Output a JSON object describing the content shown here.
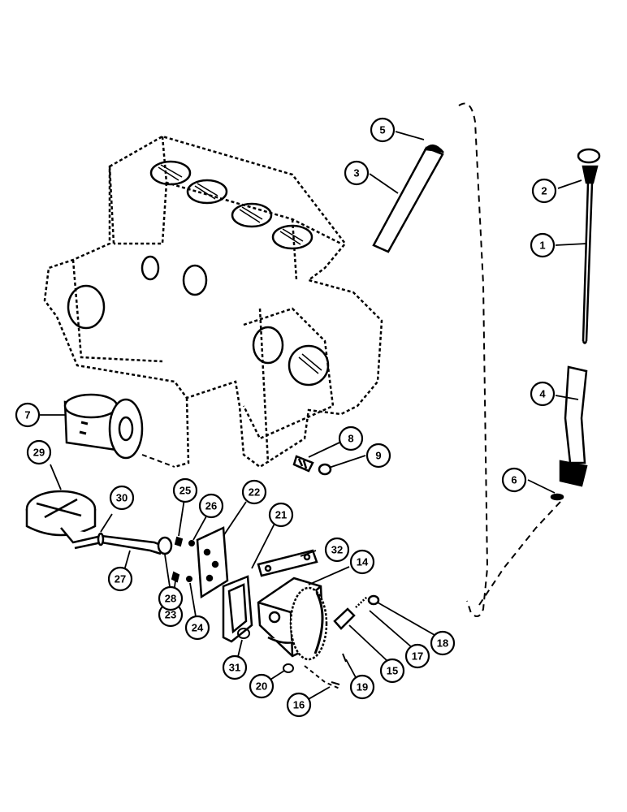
{
  "diagram": {
    "callouts": [
      {
        "id": "c1",
        "label": "1"
      },
      {
        "id": "c2",
        "label": "2"
      },
      {
        "id": "c3",
        "label": "3"
      },
      {
        "id": "c4",
        "label": "4"
      },
      {
        "id": "c5",
        "label": "5"
      },
      {
        "id": "c6",
        "label": "6"
      },
      {
        "id": "c7",
        "label": "7"
      },
      {
        "id": "c8",
        "label": "8"
      },
      {
        "id": "c9",
        "label": "9"
      },
      {
        "id": "c14",
        "label": "14"
      },
      {
        "id": "c15",
        "label": "15"
      },
      {
        "id": "c16",
        "label": "16"
      },
      {
        "id": "c17",
        "label": "17"
      },
      {
        "id": "c18",
        "label": "18"
      },
      {
        "id": "c19",
        "label": "19"
      },
      {
        "id": "c20",
        "label": "20"
      },
      {
        "id": "c21",
        "label": "21"
      },
      {
        "id": "c22",
        "label": "22"
      },
      {
        "id": "c23",
        "label": "23"
      },
      {
        "id": "c24",
        "label": "24"
      },
      {
        "id": "c25",
        "label": "25"
      },
      {
        "id": "c26",
        "label": "26"
      },
      {
        "id": "c27",
        "label": "27"
      },
      {
        "id": "c28",
        "label": "28"
      },
      {
        "id": "c29",
        "label": "29"
      },
      {
        "id": "c30",
        "label": "30"
      },
      {
        "id": "c31",
        "label": "31"
      },
      {
        "id": "c32",
        "label": "32"
      }
    ]
  }
}
